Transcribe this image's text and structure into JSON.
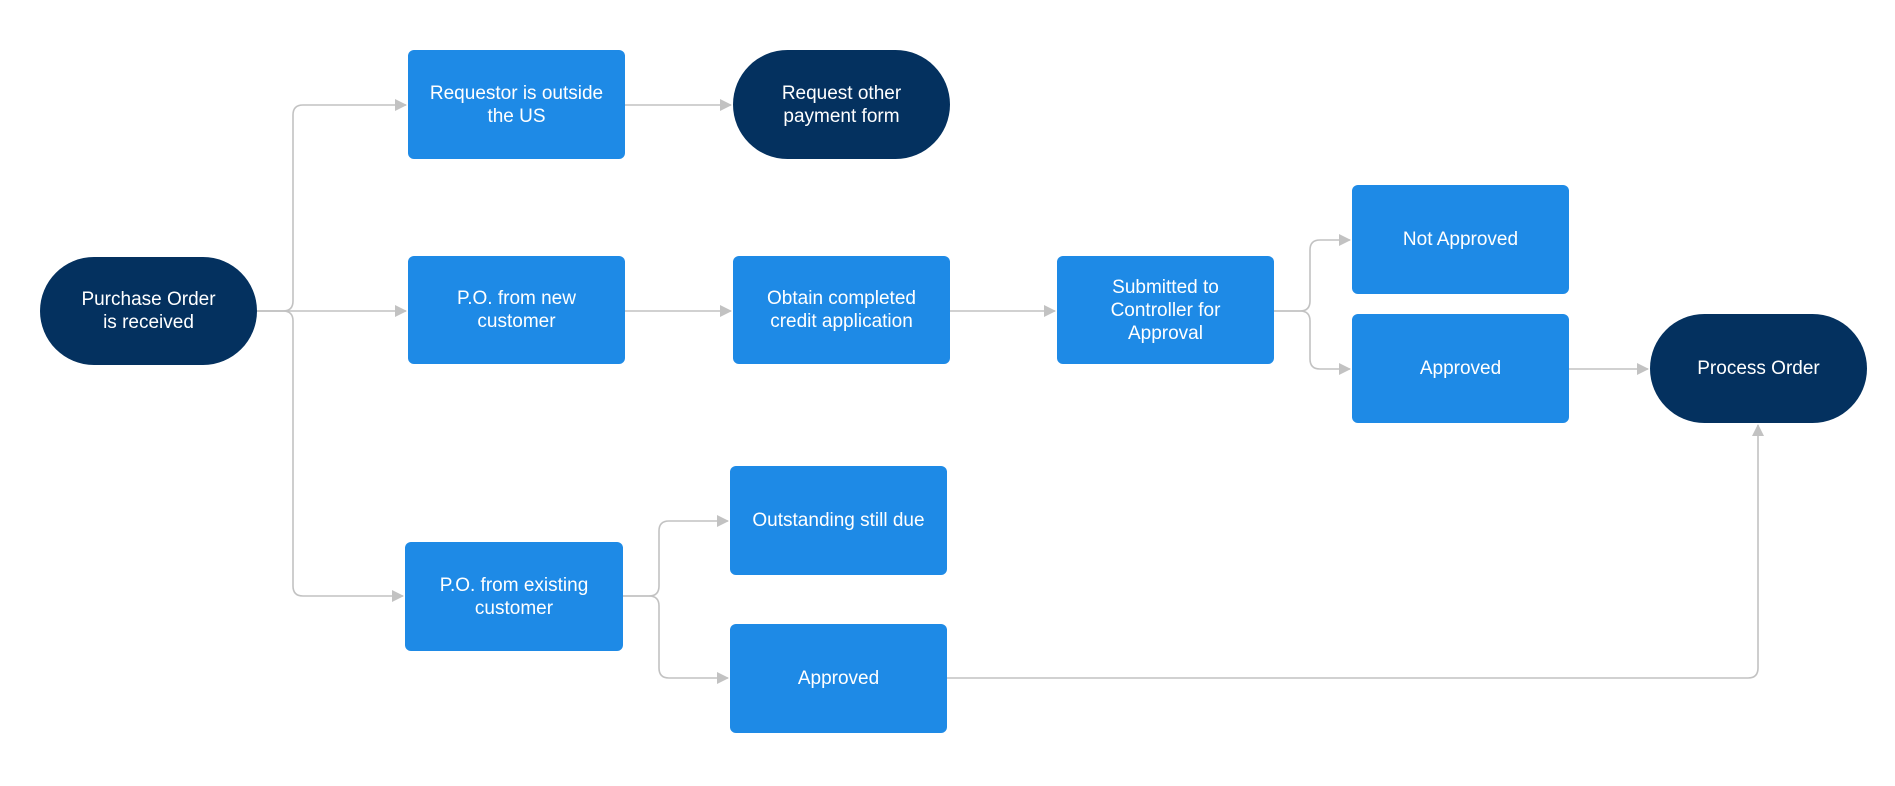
{
  "colors": {
    "process_fill": "#1e8ae6",
    "terminal_fill": "#04315f",
    "connector": "#c2c2c2",
    "label": "#ffffff",
    "background": "#ffffff"
  },
  "nodes": {
    "po_received": {
      "label": "Purchase Order\nis received",
      "shape": "terminal"
    },
    "outside_us": {
      "label": "Requestor is outside\nthe US",
      "shape": "process"
    },
    "request_payment": {
      "label": "Request other\npayment form",
      "shape": "terminal"
    },
    "new_customer": {
      "label": "P.O. from new\ncustomer",
      "shape": "process"
    },
    "credit_application": {
      "label": "Obtain completed\ncredit application",
      "shape": "process"
    },
    "controller_approval": {
      "label": "Submitted to\nController for\nApproval",
      "shape": "process"
    },
    "not_approved": {
      "label": "Not Approved",
      "shape": "process"
    },
    "approved_new": {
      "label": "Approved",
      "shape": "process"
    },
    "process_order": {
      "label": "Process Order",
      "shape": "terminal"
    },
    "existing_customer": {
      "label": "P.O. from existing\ncustomer",
      "shape": "process"
    },
    "outstanding_due": {
      "label": "Outstanding still due",
      "shape": "process"
    },
    "approved_existing": {
      "label": "Approved",
      "shape": "process"
    }
  },
  "edges": [
    {
      "from": "po_received",
      "to": "outside_us"
    },
    {
      "from": "po_received",
      "to": "new_customer"
    },
    {
      "from": "po_received",
      "to": "existing_customer"
    },
    {
      "from": "outside_us",
      "to": "request_payment"
    },
    {
      "from": "new_customer",
      "to": "credit_application"
    },
    {
      "from": "credit_application",
      "to": "controller_approval"
    },
    {
      "from": "controller_approval",
      "to": "not_approved"
    },
    {
      "from": "controller_approval",
      "to": "approved_new"
    },
    {
      "from": "approved_new",
      "to": "process_order"
    },
    {
      "from": "existing_customer",
      "to": "outstanding_due"
    },
    {
      "from": "existing_customer",
      "to": "approved_existing"
    },
    {
      "from": "approved_existing",
      "to": "process_order"
    }
  ]
}
